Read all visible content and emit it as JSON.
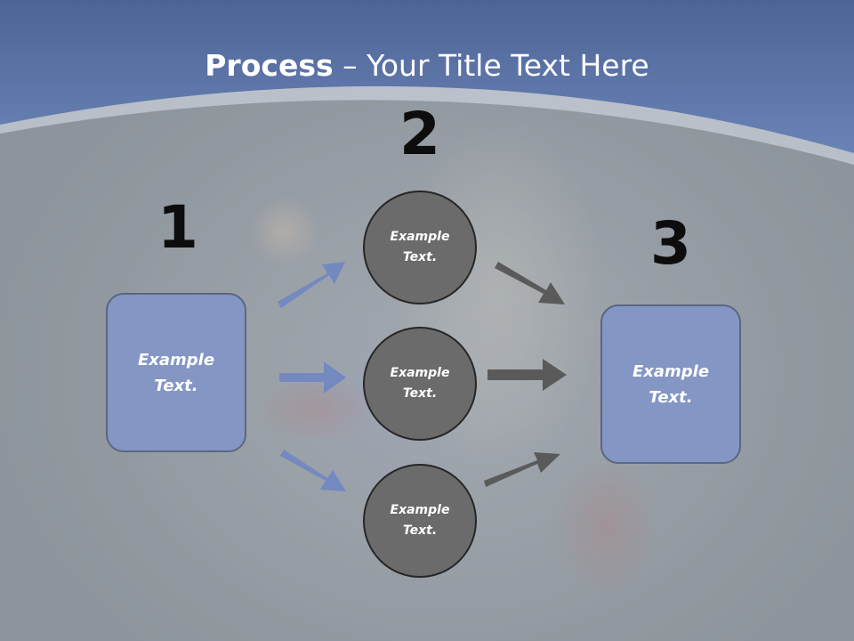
{
  "title": {
    "bold": "Process",
    "rest": " – Your Title Text Here"
  },
  "stages": {
    "one": "1",
    "two": "2",
    "three": "3"
  },
  "nodes": {
    "left_box": "Example Text.",
    "circle_top": "Example Text.",
    "circle_middle": "Example Text.",
    "circle_bottom": "Example Text.",
    "right_box": "Example Text."
  },
  "colors": {
    "header_blue": "#5e77a8",
    "box_fill": "#8496c4",
    "circle_fill": "#6b6b6b",
    "arrow_left": "#7389c0",
    "arrow_right": "#5a5a5a",
    "number_color": "#0d0d0d"
  }
}
